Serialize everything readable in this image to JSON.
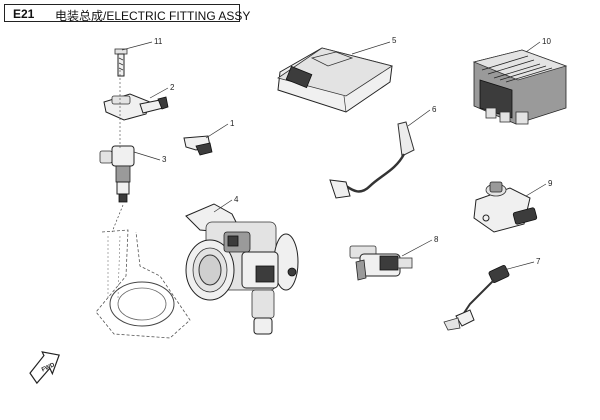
{
  "header": {
    "code": "E21",
    "name": "电装总成/ELECTRIC FITTING ASSY"
  },
  "callouts": [
    "1",
    "2",
    "3",
    "4",
    "5",
    "6",
    "7",
    "8",
    "9",
    "10",
    "11"
  ],
  "fwd_label": "FWD"
}
